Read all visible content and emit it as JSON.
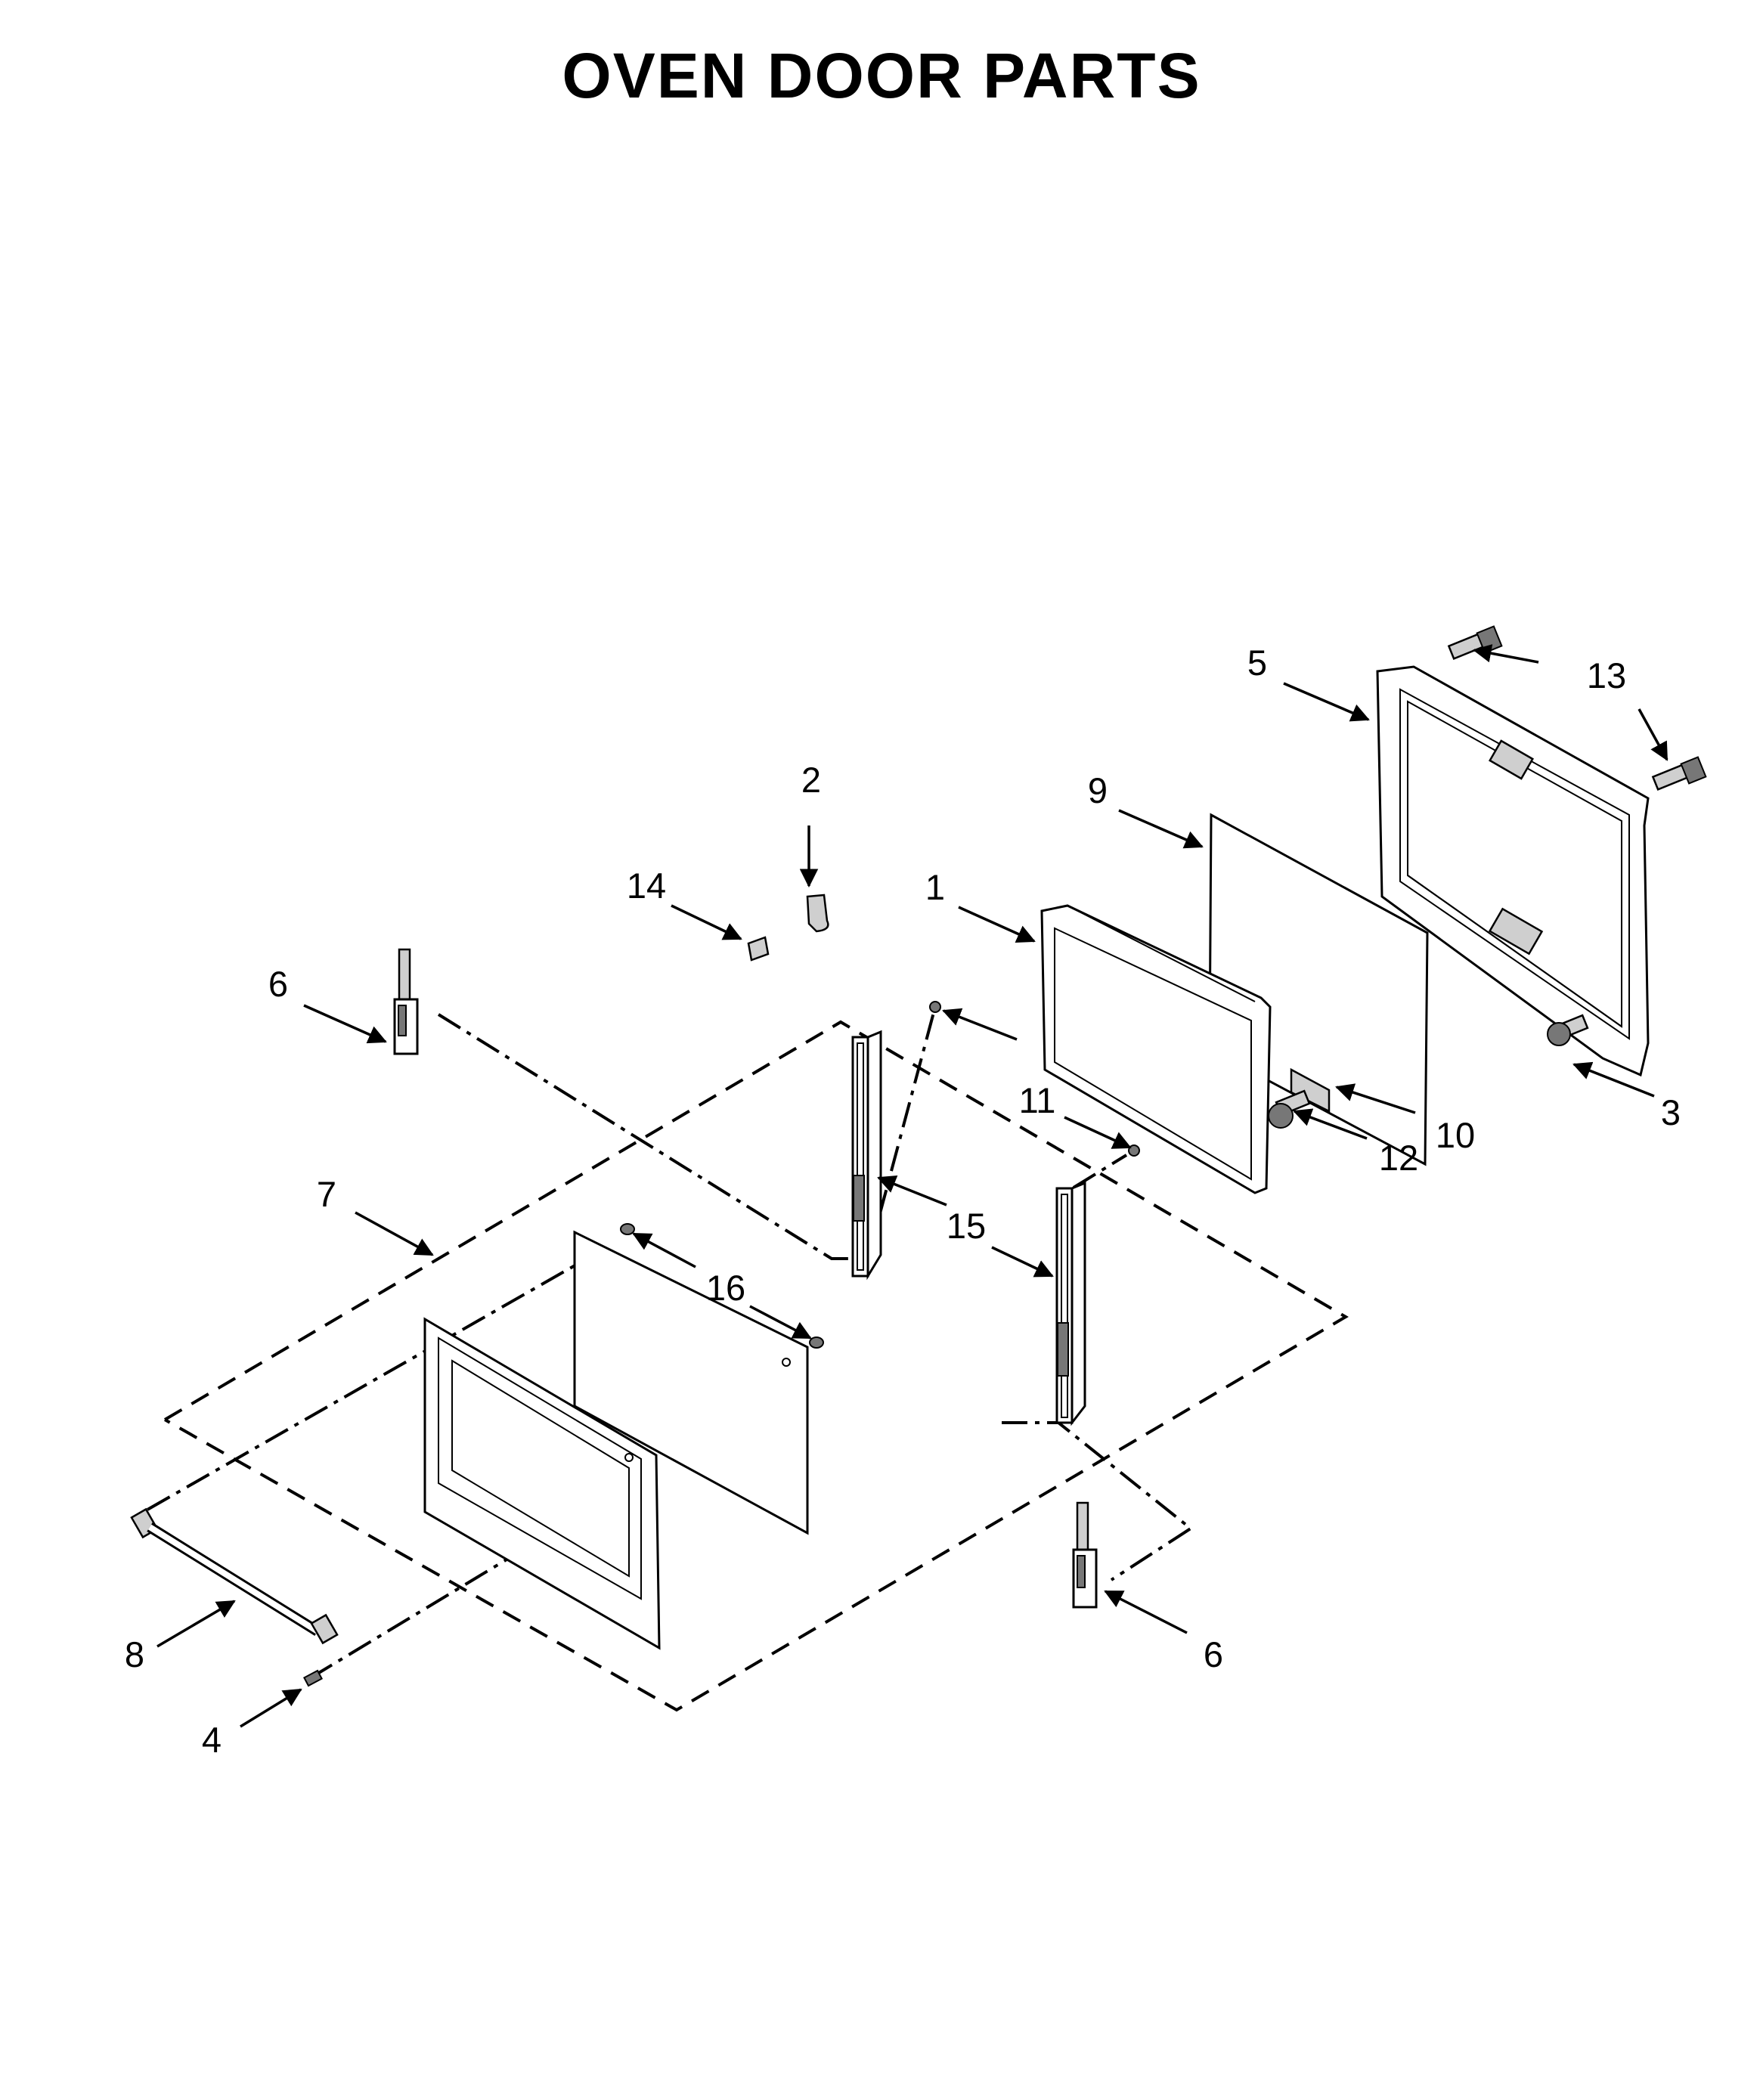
{
  "title": "OVEN DOOR PARTS",
  "callouts": {
    "c1": "1",
    "c2": "2",
    "c3": "3",
    "c4": "4",
    "c5": "5",
    "c6a": "6",
    "c6b": "6",
    "c7": "7",
    "c8": "8",
    "c9": "9",
    "c10": "10",
    "c11": "11",
    "c12": "12",
    "c13": "13",
    "c14": "14",
    "c15": "15",
    "c16": "16"
  }
}
